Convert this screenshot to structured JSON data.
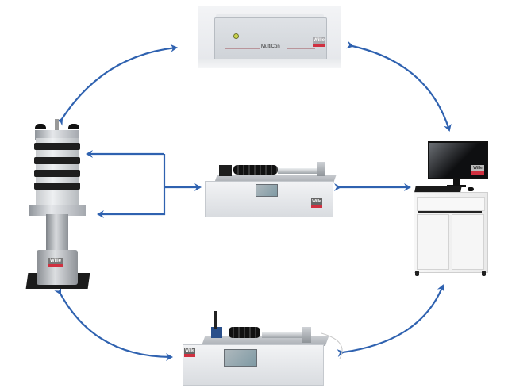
{
  "diagram": {
    "type": "system-connectivity",
    "background": "#ffffff",
    "arrow_color": "#2f62b0",
    "nodes": [
      {
        "id": "multicon",
        "label": "MultiCon",
        "description": "MultiCon controller box",
        "brand": "Wille",
        "position": "top-center"
      },
      {
        "id": "triaxial-cell",
        "label": "",
        "description": "Triaxial cell",
        "brand": "Wille",
        "position": "left"
      },
      {
        "id": "loading-frame-1",
        "label": "",
        "description": "Pressure controller / load frame with touchscreen",
        "brand": "Wille",
        "position": "center"
      },
      {
        "id": "pc-workstation",
        "label": "",
        "description": "PC workstation with monitor on cabinet",
        "brand": "Wille",
        "position": "right"
      },
      {
        "id": "loading-frame-2",
        "label": "",
        "description": "Pressure controller / load frame with touchscreen",
        "brand": "Wille",
        "position": "bottom-center"
      }
    ],
    "edges": [
      {
        "from": "triaxial-cell",
        "to": "multicon",
        "style": "curved",
        "direction": "bidirectional"
      },
      {
        "from": "multicon",
        "to": "pc-workstation",
        "style": "curved",
        "direction": "bidirectional"
      },
      {
        "from": "loading-frame-1",
        "to": "triaxial-cell",
        "style": "bracket-forked",
        "direction": "one-to-two",
        "targets": [
          "cell-top",
          "cell-base"
        ]
      },
      {
        "from": "loading-frame-1",
        "to": "pc-workstation",
        "style": "straight",
        "direction": "bidirectional"
      },
      {
        "from": "triaxial-cell",
        "to": "loading-frame-2",
        "style": "curved",
        "direction": "bidirectional"
      },
      {
        "from": "loading-frame-2",
        "to": "pc-workstation",
        "style": "curved",
        "direction": "bidirectional"
      }
    ]
  },
  "labels": {
    "multicon_name": "MultiCon",
    "brand": "Wille"
  }
}
